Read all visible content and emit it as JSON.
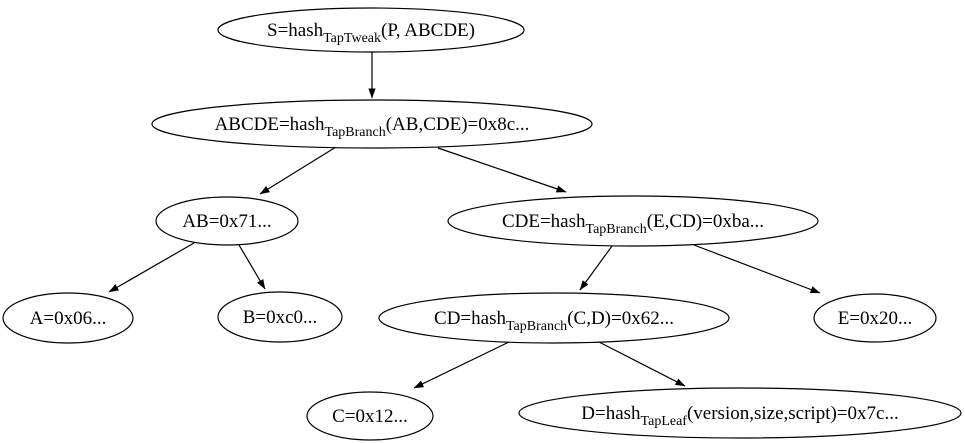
{
  "diagram": {
    "background_color": "#ffffff",
    "stroke_color": "#000000",
    "nodes": {
      "s": {
        "prefix": "S=hash",
        "sub": "TapTweak",
        "suffix": "(P, ABCDE)"
      },
      "abcde": {
        "prefix": "ABCDE=hash",
        "sub": "TapBranch",
        "suffix": "(AB,CDE)=0x8c..."
      },
      "ab": {
        "label": "AB=0x71..."
      },
      "cde": {
        "prefix": "CDE=hash",
        "sub": "TapBranch",
        "suffix": "(E,CD)=0xba..."
      },
      "a": {
        "label": "A=0x06..."
      },
      "b": {
        "label": "B=0xc0..."
      },
      "cd": {
        "prefix": "CD=hash",
        "sub": "TapBranch",
        "suffix": "(C,D)=0x62..."
      },
      "e": {
        "label": "E=0x20..."
      },
      "c": {
        "label": "C=0x12..."
      },
      "d": {
        "prefix": "D=hash",
        "sub": "TapLeaf",
        "suffix": "(version,size,script)=0x7c..."
      }
    },
    "edges": [
      {
        "from": "S",
        "to": "ABCDE"
      },
      {
        "from": "ABCDE",
        "to": "AB"
      },
      {
        "from": "ABCDE",
        "to": "CDE"
      },
      {
        "from": "AB",
        "to": "A"
      },
      {
        "from": "AB",
        "to": "B"
      },
      {
        "from": "CDE",
        "to": "CD"
      },
      {
        "from": "CDE",
        "to": "E"
      },
      {
        "from": "CD",
        "to": "C"
      },
      {
        "from": "CD",
        "to": "D"
      }
    ]
  }
}
